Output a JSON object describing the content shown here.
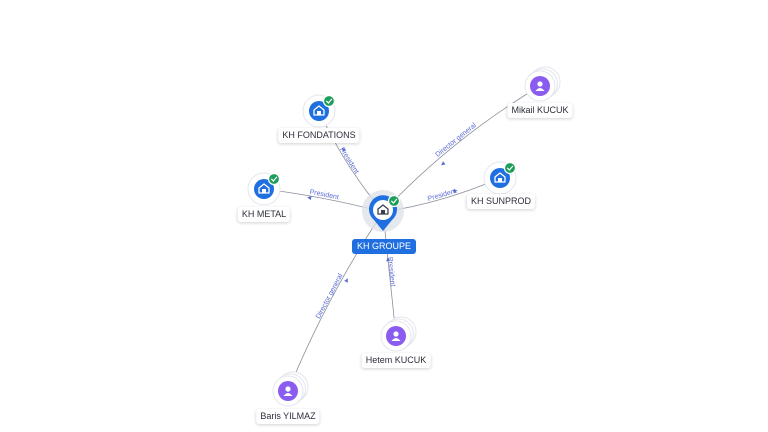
{
  "colors": {
    "company": "#1f6fe0",
    "person": "#8a5cf0",
    "check": "#1e9e5a",
    "edge": "#8a8f9c",
    "edge_label": "#5b6bd6",
    "center": "#1f6fe0"
  },
  "center": {
    "id": "kh-groupe",
    "label": "KH GROUPE",
    "icon": "building-icon"
  },
  "companies": [
    {
      "id": "kh-fondations",
      "label": "KH FONDATIONS",
      "icon": "building-icon"
    },
    {
      "id": "kh-metal",
      "label": "KH METAL",
      "icon": "building-icon"
    },
    {
      "id": "kh-sunprod",
      "label": "KH SUNPROD",
      "icon": "building-icon"
    }
  ],
  "people": [
    {
      "id": "mikail-kucuk",
      "label": "Mikail KUCUK",
      "icon": "person-icon"
    },
    {
      "id": "hetem-kucuk",
      "label": "Hetem KUCUK",
      "icon": "person-icon"
    },
    {
      "id": "baris-yilmaz",
      "label": "Baris YILMAZ",
      "icon": "person-icon"
    }
  ],
  "edges": [
    {
      "from": "kh-groupe",
      "to": "kh-fondations",
      "label": "President"
    },
    {
      "from": "kh-groupe",
      "to": "kh-metal",
      "label": "President"
    },
    {
      "from": "kh-groupe",
      "to": "kh-sunprod",
      "label": "President"
    },
    {
      "from": "mikail-kucuk",
      "to": "kh-groupe",
      "label": "Director general"
    },
    {
      "from": "hetem-kucuk",
      "to": "kh-groupe",
      "label": "President"
    },
    {
      "from": "baris-yilmaz",
      "to": "kh-groupe",
      "label": "Director general"
    }
  ]
}
